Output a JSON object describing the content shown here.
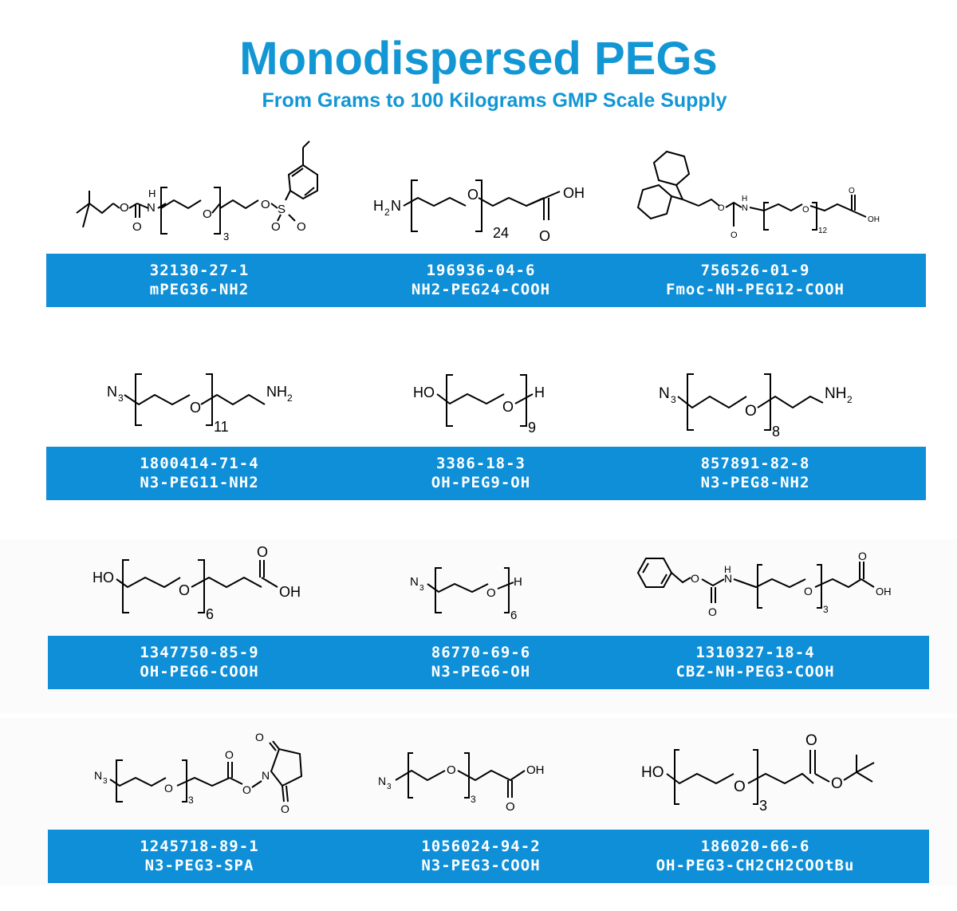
{
  "header": {
    "title": "Monodispersed PEGs",
    "subtitle": "From Grams to 100 Kilograms GMP Scale Supply"
  },
  "colors": {
    "accent": "#0e8fd8",
    "title": "#1296d4",
    "label_text": "#ffffff"
  },
  "products": [
    {
      "cas": "32130-27-1",
      "name": "mPEG36-NH2",
      "structure": {
        "left": "Boc-NH",
        "right": "OTs",
        "n": "3"
      }
    },
    {
      "cas": "196936-04-6",
      "name": "NH2-PEG24-COOH",
      "structure": {
        "left": "H2N",
        "right": "OH",
        "n": "24"
      }
    },
    {
      "cas": "756526-01-9",
      "name": "Fmoc-NH-PEG12-COOH",
      "structure": {
        "left": "Fmoc-NH",
        "right": "OH",
        "n": "12"
      }
    },
    {
      "cas": "1800414-71-4",
      "name": "N3-PEG11-NH2",
      "structure": {
        "left": "N3",
        "right": "NH2",
        "n": "11"
      }
    },
    {
      "cas": "3386-18-3",
      "name": "OH-PEG9-OH",
      "structure": {
        "left": "HO",
        "right": "H",
        "n": "9"
      }
    },
    {
      "cas": "857891-82-8",
      "name": "N3-PEG8-NH2",
      "structure": {
        "left": "N3",
        "right": "NH2",
        "n": "8"
      }
    },
    {
      "cas": "1347750-85-9",
      "name": "OH-PEG6-COOH",
      "structure": {
        "left": "HO",
        "right": "OH",
        "n": "6"
      }
    },
    {
      "cas": "86770-69-6",
      "name": "N3-PEG6-OH",
      "structure": {
        "left": "N3",
        "right": "H",
        "n": "6"
      }
    },
    {
      "cas": "1310327-18-4",
      "name": "CBZ-NH-PEG3-COOH",
      "structure": {
        "left": "CBZ-NH",
        "right": "OH",
        "n": "3"
      }
    },
    {
      "cas": "1245718-89-1",
      "name": "N3-PEG3-SPA",
      "structure": {
        "left": "N3",
        "right": "NHS",
        "n": "3"
      }
    },
    {
      "cas": "1056024-94-2",
      "name": "N3-PEG3-COOH",
      "structure": {
        "left": "N3",
        "right": "OH",
        "n": "3"
      }
    },
    {
      "cas": "186020-66-6",
      "name": "OH-PEG3-CH2CH2COOtBu",
      "structure": {
        "left": "HO",
        "right": "tBu",
        "n": "3"
      }
    }
  ]
}
